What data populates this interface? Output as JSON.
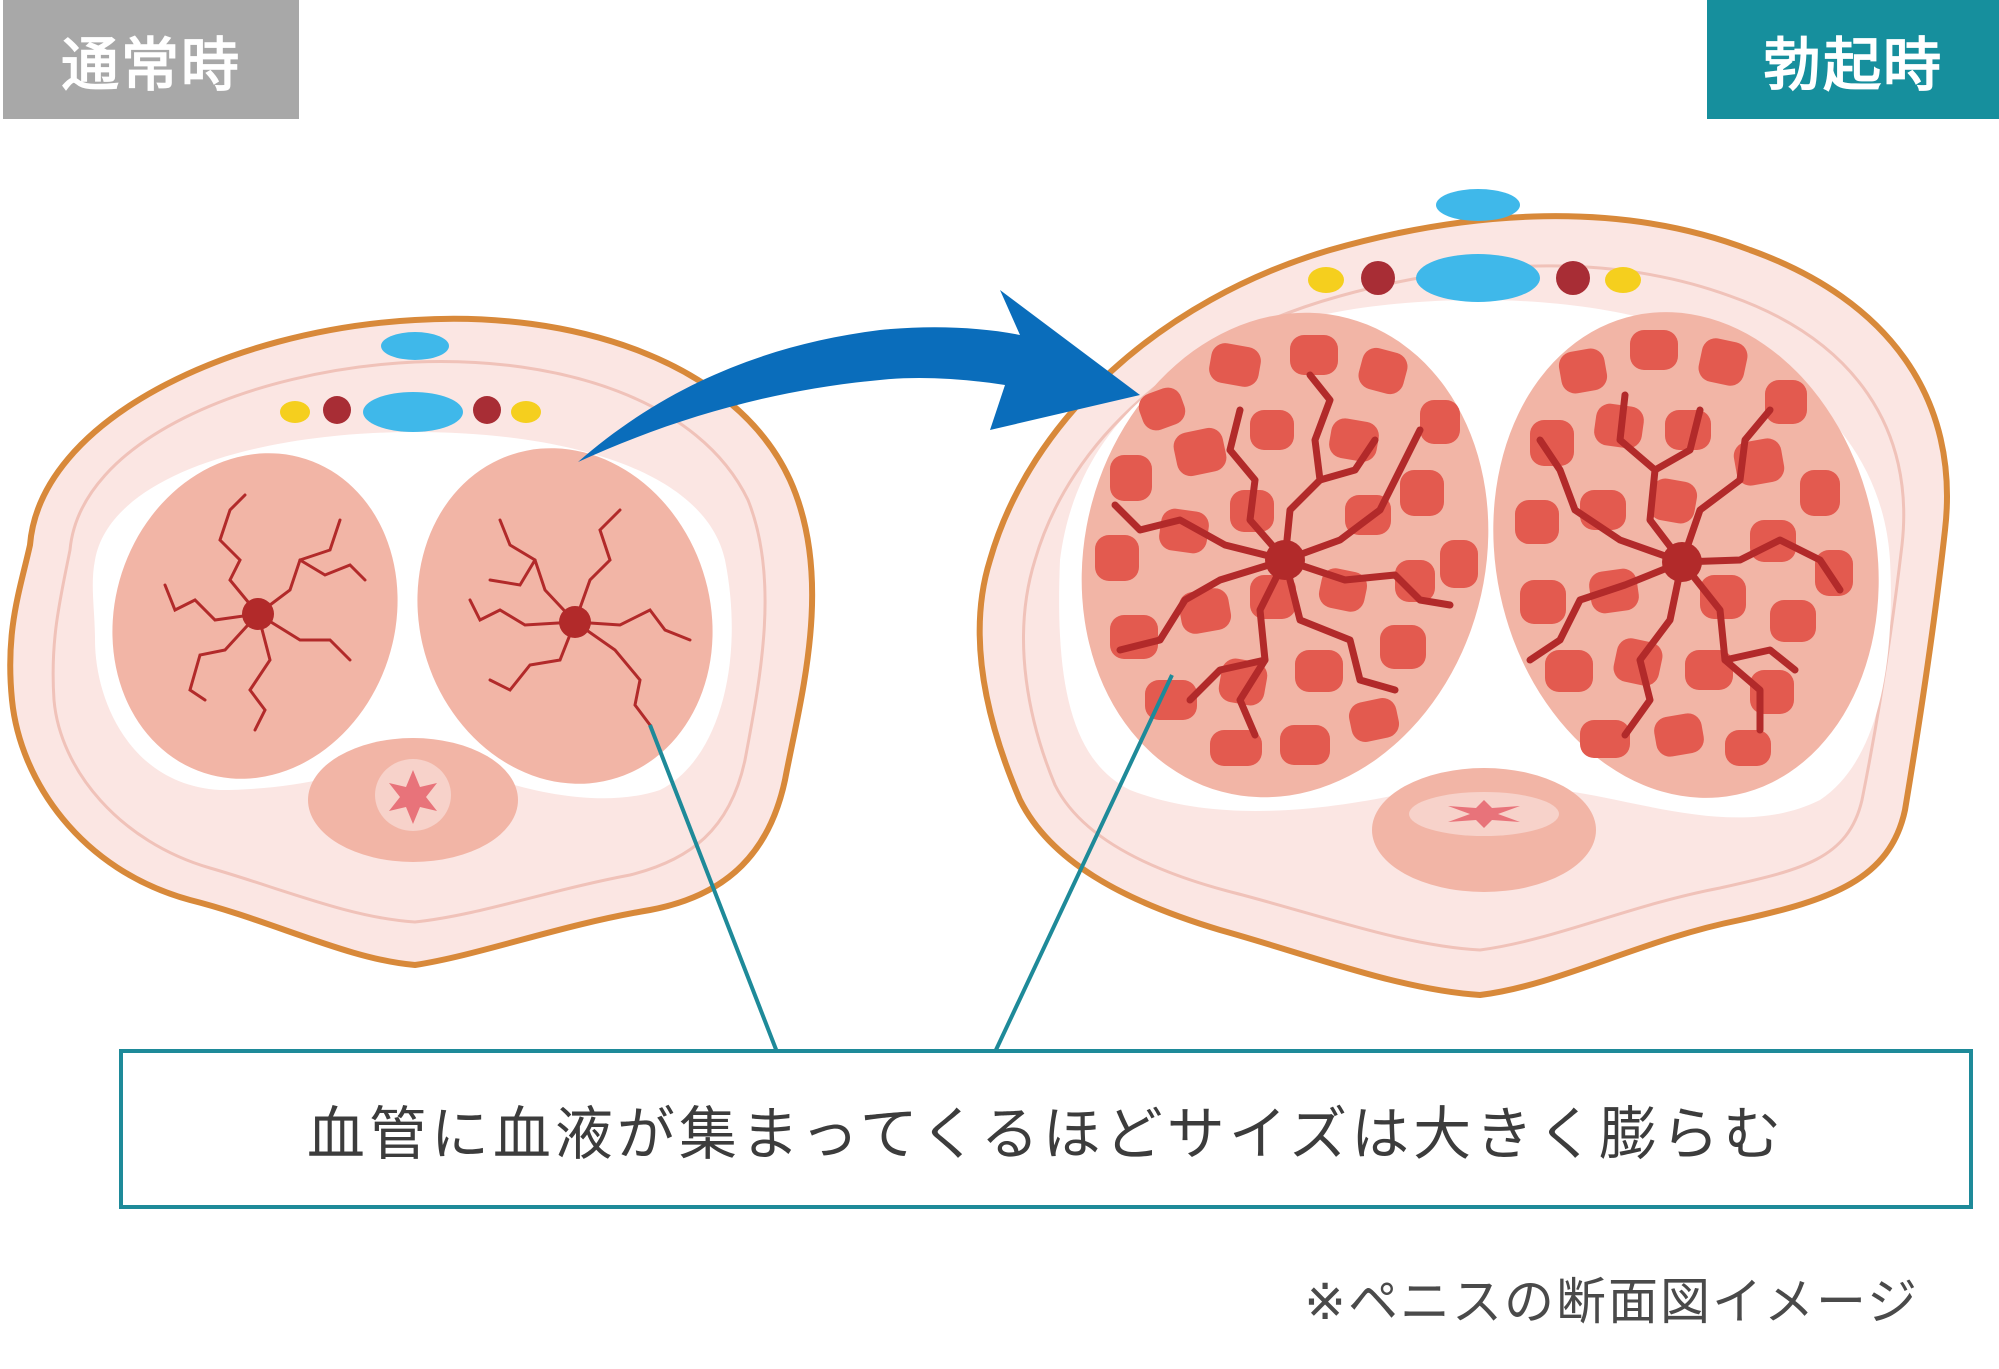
{
  "labels": {
    "normal": "通常時",
    "erect": "勃起時"
  },
  "caption": "血管に血液が集まってくるほどサイズは大きく膨らむ",
  "note": "※ペニスの断面図イメージ",
  "colors": {
    "normal_label_bg": "#a8a8a8",
    "erect_label_bg": "#168f9d",
    "outline": "#d8893a",
    "skin": "#fbe6e3",
    "tissue": "#f2b5a6",
    "sponge": "#e35a4f",
    "vessel": "#b22a2a",
    "blue_vessel": "#3fb8ea",
    "yellow_nerve": "#f5cf1e",
    "red_artery": "#a82d35",
    "arrow": "#0a6dbb",
    "leader_line": "#1e8a99"
  },
  "icons": {
    "arrow": "curved-arrow-icon"
  }
}
